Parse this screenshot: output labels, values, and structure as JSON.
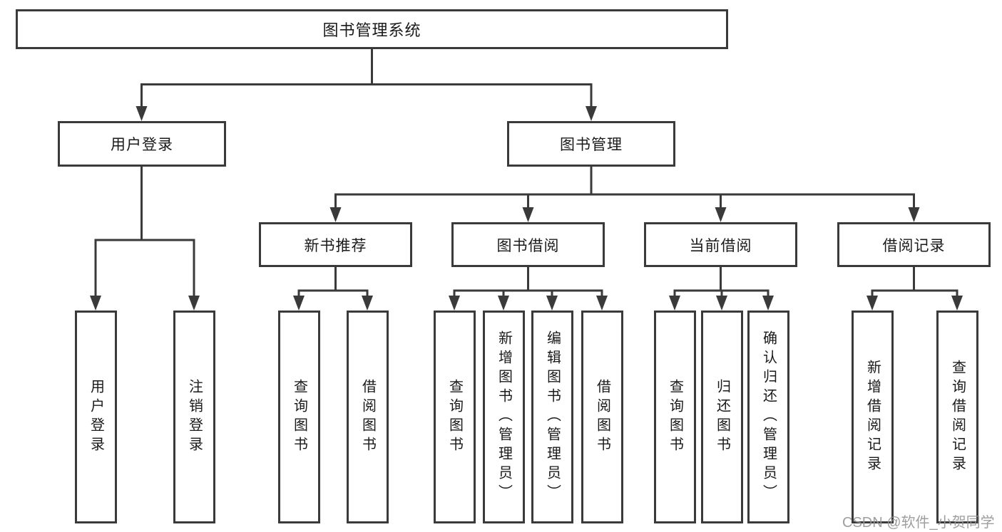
{
  "nodes": {
    "root": "图书管理系统",
    "level2": [
      "用户登录",
      "图书管理"
    ],
    "level3": [
      "新书推荐",
      "图书借阅",
      "当前借阅",
      "借阅记录"
    ],
    "leaves": {
      "login": [
        "用户登录",
        "注销登录"
      ],
      "recommend": [
        "查询图书",
        "借阅图书"
      ],
      "borrow": [
        "查询图书",
        "新增图书（管理员）",
        "编辑图书（管理员）",
        "借阅图书"
      ],
      "current": [
        "查询图书",
        "归还图书",
        "确认归还（管理员）"
      ],
      "record": [
        "新增借阅记录",
        "查询借阅记录"
      ]
    }
  },
  "watermark": "CSDN @软件_小贺同学",
  "colors": {
    "line": "#3a3a3a",
    "box_border": "#3a3a3a",
    "text": "#1a1a1a",
    "watermark": "#949494",
    "background": "#ffffff"
  }
}
